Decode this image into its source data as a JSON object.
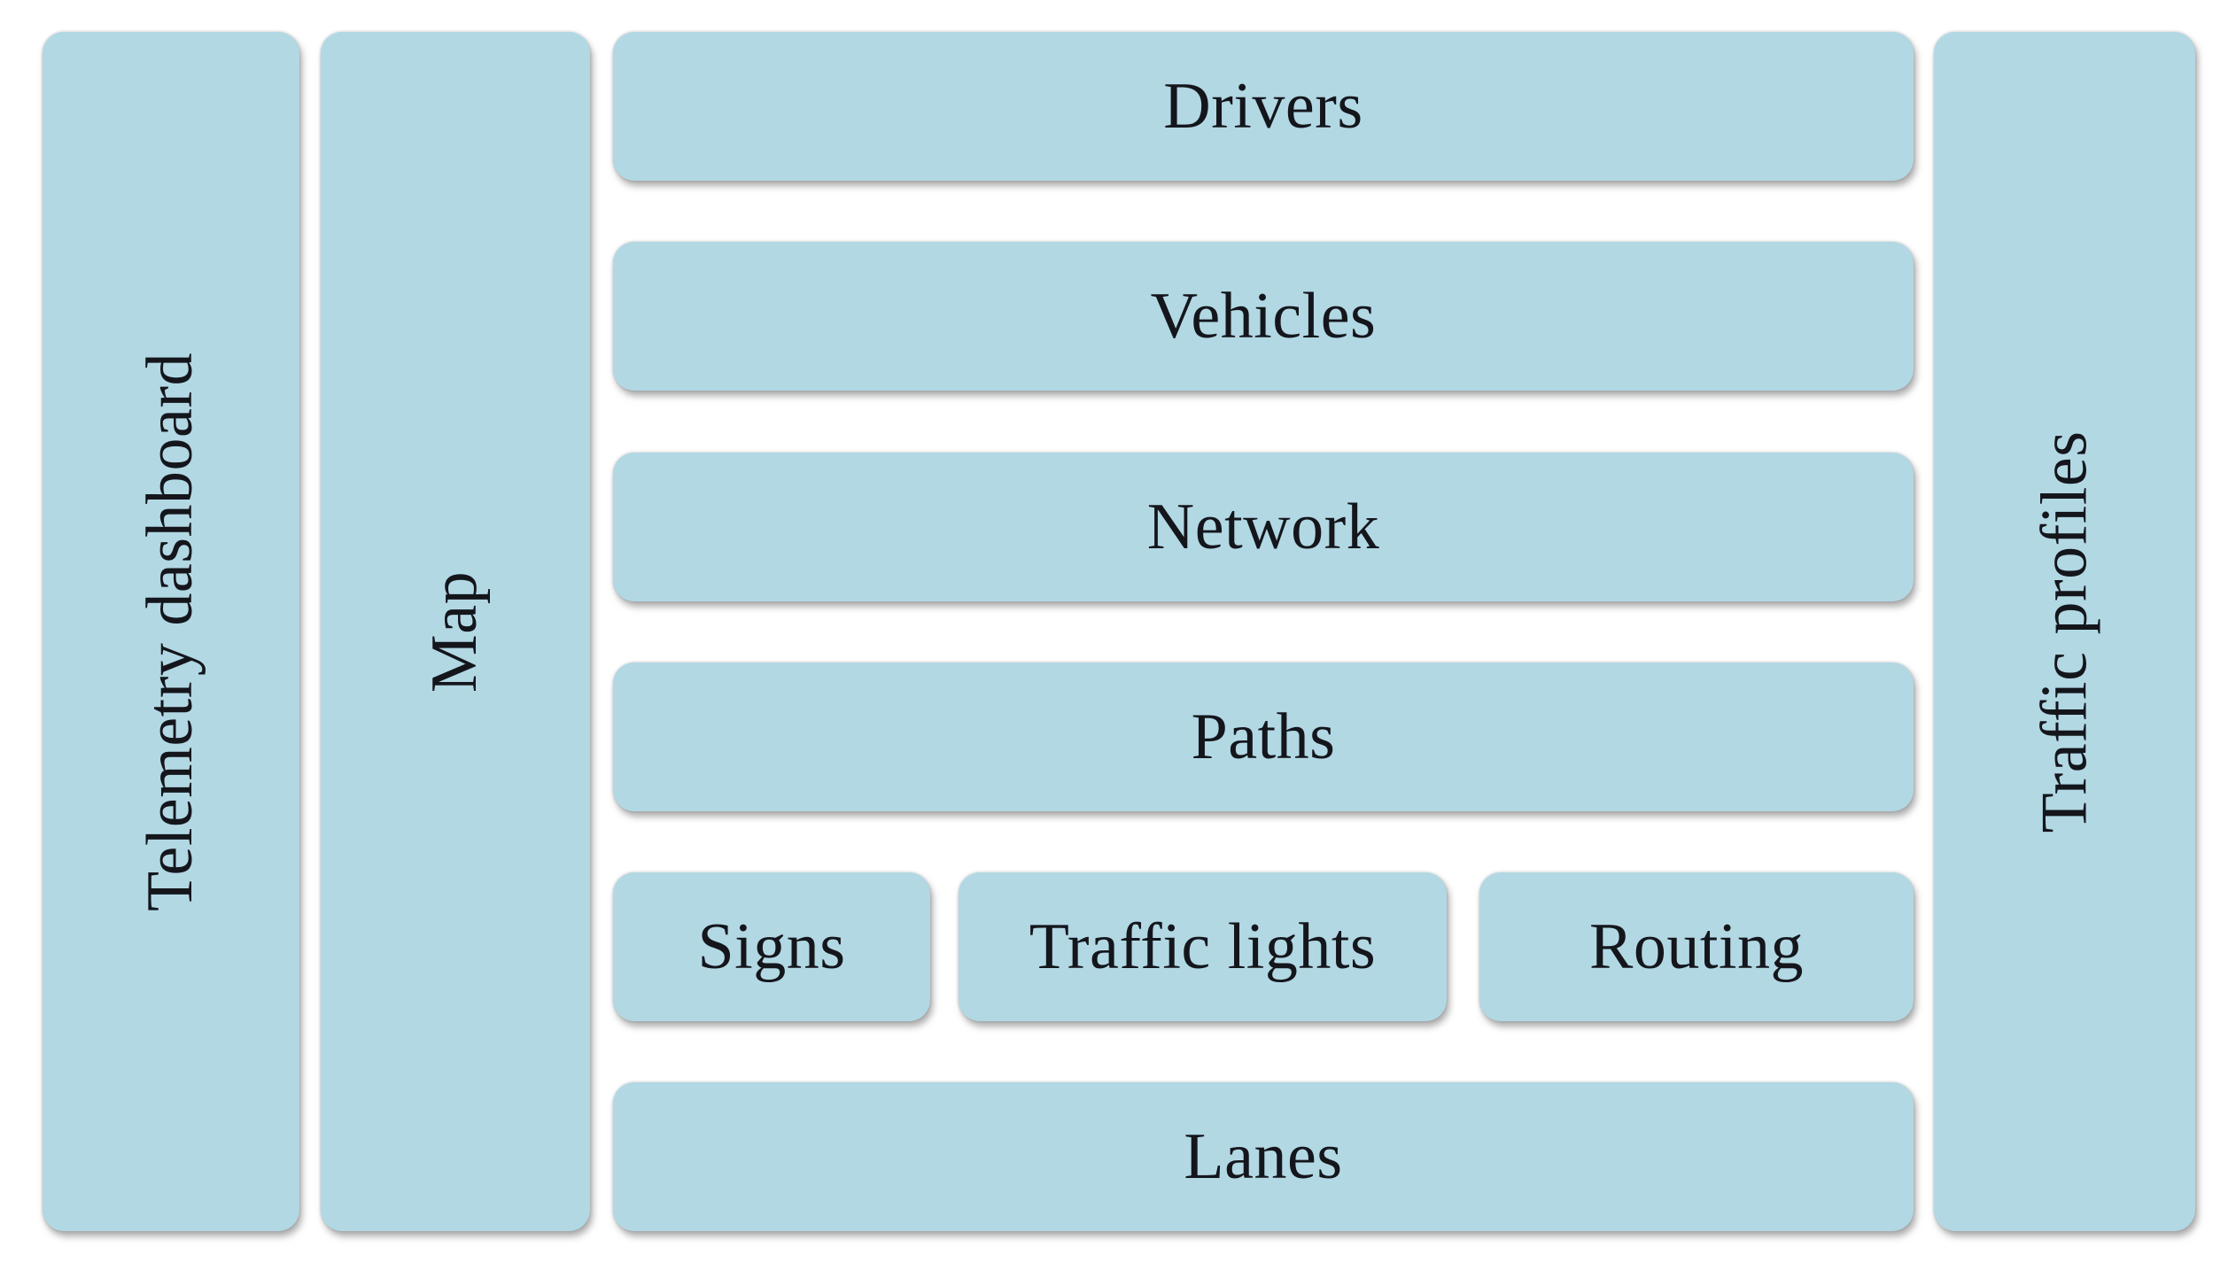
{
  "diagram": {
    "boxes": {
      "telemetry_dashboard": {
        "label": "Telemetry dashboard"
      },
      "map": {
        "label": "Map"
      },
      "drivers": {
        "label": "Drivers"
      },
      "vehicles": {
        "label": "Vehicles"
      },
      "network": {
        "label": "Network"
      },
      "paths": {
        "label": "Paths"
      },
      "signs": {
        "label": "Signs"
      },
      "traffic_lights": {
        "label": "Traffic lights"
      },
      "routing": {
        "label": "Routing"
      },
      "lanes": {
        "label": "Lanes"
      },
      "traffic_profiles": {
        "label": "Traffic profiles"
      }
    },
    "colors": {
      "box_fill": "#b2d8e4",
      "text": "#14161c",
      "shadow": "#696969",
      "background": "#ffffff"
    }
  }
}
